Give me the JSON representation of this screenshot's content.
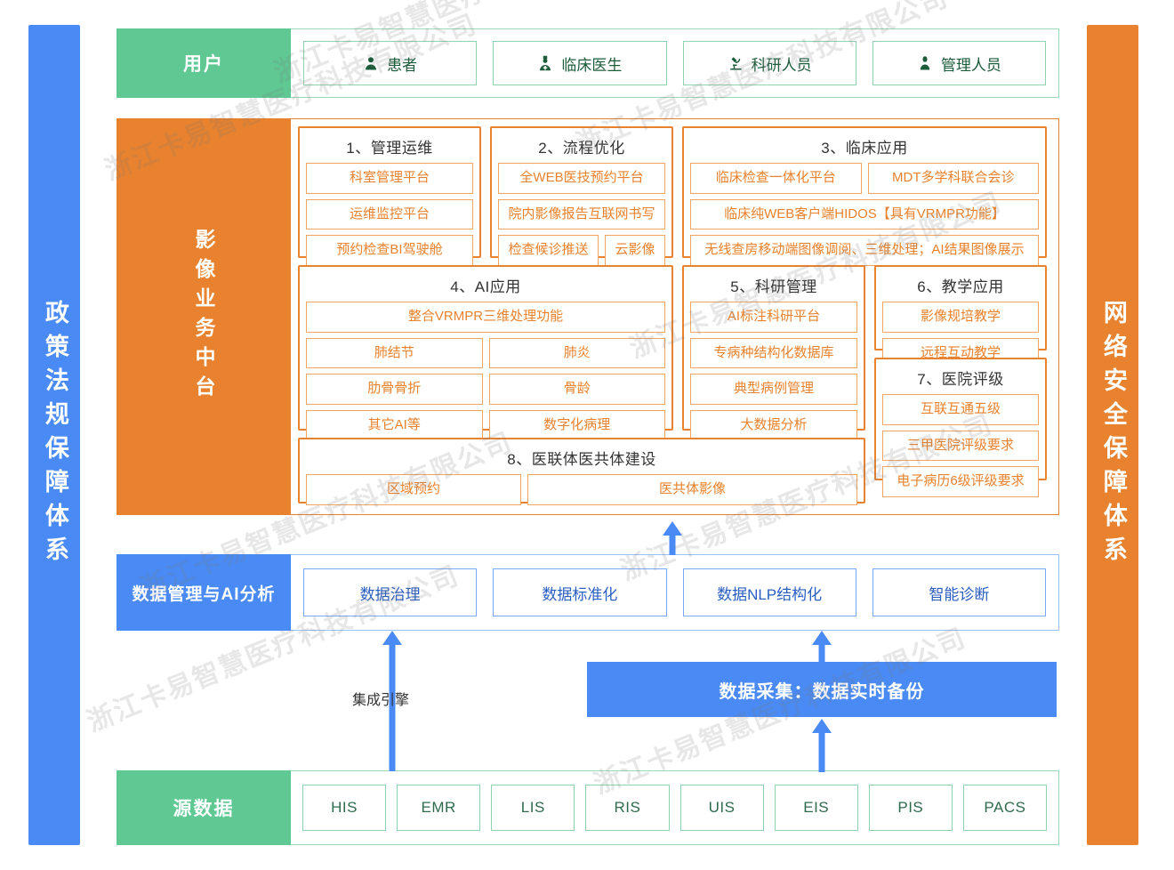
{
  "colors": {
    "green": "#5FC893",
    "orange": "#E8822E",
    "blue": "#4A8AF4",
    "orange_text": "#E8822E",
    "green_border": "#8FD3AE",
    "blue_border": "#7AA8F5"
  },
  "watermark": {
    "text": "浙江卡易智慧医疗科技有限公司"
  },
  "pillars": {
    "left": {
      "label": "政策法规保障体系"
    },
    "right": {
      "label": "网络安全保障体系"
    }
  },
  "users_row": {
    "label": "用户",
    "items": [
      {
        "label": "患者",
        "icon": "person-icon"
      },
      {
        "label": "临床医生",
        "icon": "doctor-icon"
      },
      {
        "label": "科研人员",
        "icon": "microscope-icon"
      },
      {
        "label": "管理人员",
        "icon": "person-tie-icon"
      }
    ]
  },
  "mid_band": {
    "label": "影像业务中台",
    "groups": [
      {
        "id": "group-1",
        "title": "1、管理运维",
        "rows": [
          [
            "科室管理平台"
          ],
          [
            "运维监控平台"
          ],
          [
            "预约检查BI驾驶舱"
          ]
        ]
      },
      {
        "id": "group-2",
        "title": "2、流程优化",
        "rows": [
          [
            "全WEB医技预约平台"
          ],
          [
            "院内影像报告互联网书写"
          ],
          [
            "检查候诊推送",
            "云影像"
          ]
        ]
      },
      {
        "id": "group-3",
        "title": "3、临床应用",
        "rows": [
          [
            "临床检查一体化平台",
            "MDT多学科联合会诊"
          ],
          [
            "临床纯WEB客户端HIDOS【具有VRMPR功能】"
          ],
          [
            "无线查房移动端图像调阅、三维处理；AI结果图像展示"
          ]
        ]
      },
      {
        "id": "group-4",
        "title": "4、AI应用",
        "rows": [
          [
            "整合VRMPR三维处理功能"
          ],
          [
            "肺结节",
            "肺炎"
          ],
          [
            "肋骨骨折",
            "骨龄"
          ],
          [
            "其它AI等",
            "数字化病理"
          ]
        ]
      },
      {
        "id": "group-5",
        "title": "5、科研管理",
        "rows": [
          [
            "AI标注科研平台"
          ],
          [
            "专病种结构化数据库"
          ],
          [
            "典型病例管理"
          ],
          [
            "大数据分析"
          ]
        ]
      },
      {
        "id": "group-6",
        "title": "6、教学应用",
        "rows": [
          [
            "影像规培教学"
          ],
          [
            "远程互动教学"
          ]
        ]
      },
      {
        "id": "group-7",
        "title": "7、医院评级",
        "rows": [
          [
            "互联互通五级"
          ],
          [
            "三甲医院评级要求"
          ],
          [
            "电子病历6级评级要求"
          ]
        ]
      },
      {
        "id": "group-8",
        "title": "8、医联体医共体建设",
        "rows": [
          [
            "区域预约",
            "医共体影像"
          ]
        ]
      }
    ]
  },
  "data_row": {
    "label": "数据管理与AI分析",
    "items": [
      "数据治理",
      "数据标准化",
      "数据NLP结构化",
      "智能诊断"
    ]
  },
  "connectors": {
    "integration_label": "集成引擎",
    "collect_bar": "数据采集：数据实时备份"
  },
  "source_row": {
    "label": "源数据",
    "items": [
      "HIS",
      "EMR",
      "LIS",
      "RIS",
      "UIS",
      "EIS",
      "PIS",
      "PACS"
    ]
  }
}
